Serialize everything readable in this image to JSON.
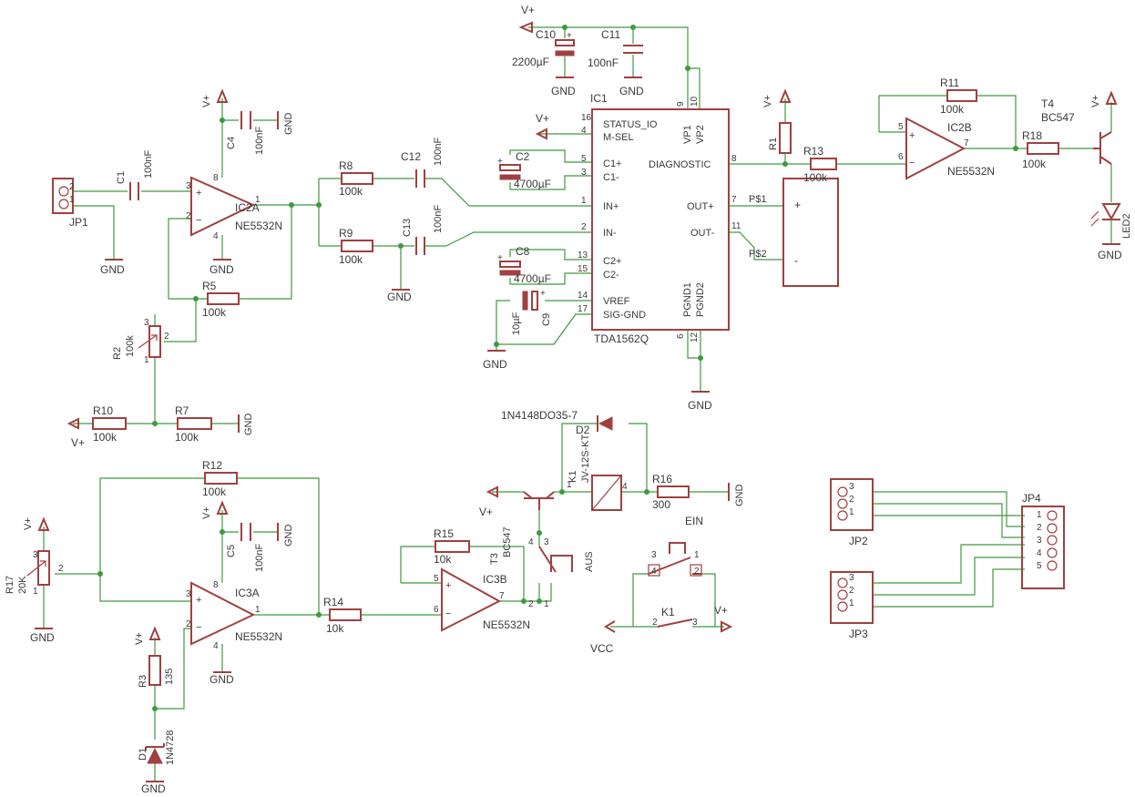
{
  "schematic": {
    "power": {
      "vplus": "V+",
      "gnd": "GND",
      "vcc": "VCC"
    },
    "ic1": {
      "ref": "IC1",
      "value": "TDA1562Q",
      "pins": {
        "status_io": "STATUS_IO",
        "m_sel": "M-SEL",
        "c1p": "C1+",
        "c1m": "C1-",
        "inp": "IN+",
        "inm": "IN-",
        "c2p": "C2+",
        "c2m": "C2-",
        "vref": "VREF",
        "sig_gnd": "SIG-GND",
        "vp1": "VP1",
        "vp2": "VP2",
        "diagnostic": "DIAGNOSTIC",
        "outp": "OUT+",
        "outm": "OUT-",
        "pgnd1": "PGND1",
        "pgnd2": "PGND2"
      },
      "pin_numbers": [
        "16",
        "4",
        "5",
        "3",
        "1",
        "2",
        "13",
        "15",
        "14",
        "17",
        "9",
        "10",
        "8",
        "7",
        "11",
        "6",
        "12"
      ]
    },
    "opamps": [
      {
        "ref": "IC2A",
        "value": "NE5532N"
      },
      {
        "ref": "IC2B",
        "value": "NE5532N"
      },
      {
        "ref": "IC3A",
        "value": "NE5532N"
      },
      {
        "ref": "IC3B",
        "value": "NE5532N"
      }
    ],
    "capacitors": {
      "c1": {
        "ref": "C1",
        "value": "100nF"
      },
      "c2": {
        "ref": "C2",
        "value": "4700µF"
      },
      "c4": {
        "ref": "C4",
        "value": "100nF"
      },
      "c5": {
        "ref": "C5",
        "value": "100nF"
      },
      "c8": {
        "ref": "C8",
        "value": "4700µF"
      },
      "c9": {
        "ref": "C9",
        "value": "10µF"
      },
      "c10": {
        "ref": "C10",
        "value": "2200µF"
      },
      "c11": {
        "ref": "C11",
        "value": "100nF"
      },
      "c12": {
        "ref": "C12",
        "value": "100nF"
      },
      "c13": {
        "ref": "C13",
        "value": "100nF"
      }
    },
    "resistors": {
      "r1": {
        "ref": "R1",
        "value": ""
      },
      "r2": {
        "ref": "R2",
        "value": "100k"
      },
      "r3": {
        "ref": "R3",
        "value": "135"
      },
      "r5": {
        "ref": "R5",
        "value": "100k"
      },
      "r7": {
        "ref": "R7",
        "value": "100k"
      },
      "r8": {
        "ref": "R8",
        "value": "100k"
      },
      "r9": {
        "ref": "R9",
        "value": "100k"
      },
      "r10": {
        "ref": "R10",
        "value": "100k"
      },
      "r11": {
        "ref": "R11",
        "value": "100k"
      },
      "r12": {
        "ref": "R12",
        "value": "100k"
      },
      "r13": {
        "ref": "R13",
        "value": "100k"
      },
      "r14": {
        "ref": "R14",
        "value": "10k"
      },
      "r15": {
        "ref": "R15",
        "value": "10k"
      },
      "r16": {
        "ref": "R16",
        "value": "300"
      },
      "r17": {
        "ref": "R17",
        "value": "20K"
      },
      "r18": {
        "ref": "R18",
        "value": "100k"
      }
    },
    "semis": {
      "d1": {
        "ref": "D1",
        "value": "1N4728"
      },
      "d2": {
        "ref": "D2",
        "value": "1N4148DO35-7"
      },
      "t3": {
        "ref": "T3",
        "value": "BC547"
      },
      "t4": {
        "ref": "T4",
        "value": "BC547"
      },
      "led2": {
        "ref": "LED2"
      }
    },
    "relay": {
      "ref": "K1",
      "value": "JV-12S-KT",
      "contact_ref": "K1"
    },
    "switches": {
      "aus": "AUS",
      "ein": "EIN"
    },
    "connectors": {
      "jp1": "JP1",
      "jp2": "JP2",
      "jp3": "JP3",
      "jp4": "JP4"
    },
    "nets": {
      "ps1": "P$1",
      "ps2": "P$2"
    },
    "speaker": {
      "plus": "+",
      "minus": "-"
    }
  }
}
